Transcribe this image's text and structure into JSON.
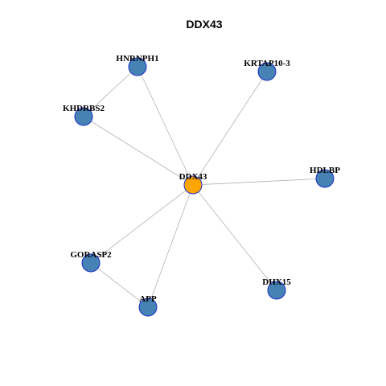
{
  "title": "DDX43",
  "colors": {
    "center_node": "#FFA500",
    "neighbor_node": "#4682B4",
    "node_border": "#1A2FCC",
    "edge": "#B3B3B3"
  },
  "nodes": [
    {
      "id": "DDX43",
      "label": "DDX43",
      "role": "center"
    },
    {
      "id": "HNRNPH1",
      "label": "HNRNPH1",
      "role": "neighbor"
    },
    {
      "id": "KRTAP10-3",
      "label": "KRTAP10-3",
      "role": "neighbor"
    },
    {
      "id": "KHDRBS2",
      "label": "KHDRBS2",
      "role": "neighbor"
    },
    {
      "id": "HDLBP",
      "label": "HDLBP",
      "role": "neighbor"
    },
    {
      "id": "GORASP2",
      "label": "GORASP2",
      "role": "neighbor"
    },
    {
      "id": "DHX15",
      "label": "DHX15",
      "role": "neighbor"
    },
    {
      "id": "APP",
      "label": "APP",
      "role": "neighbor"
    }
  ],
  "edges": [
    [
      "DDX43",
      "HNRNPH1"
    ],
    [
      "DDX43",
      "KRTAP10-3"
    ],
    [
      "DDX43",
      "KHDRBS2"
    ],
    [
      "DDX43",
      "HDLBP"
    ],
    [
      "DDX43",
      "GORASP2"
    ],
    [
      "DDX43",
      "DHX15"
    ],
    [
      "DDX43",
      "APP"
    ],
    [
      "HNRNPH1",
      "KHDRBS2"
    ],
    [
      "GORASP2",
      "APP"
    ]
  ]
}
